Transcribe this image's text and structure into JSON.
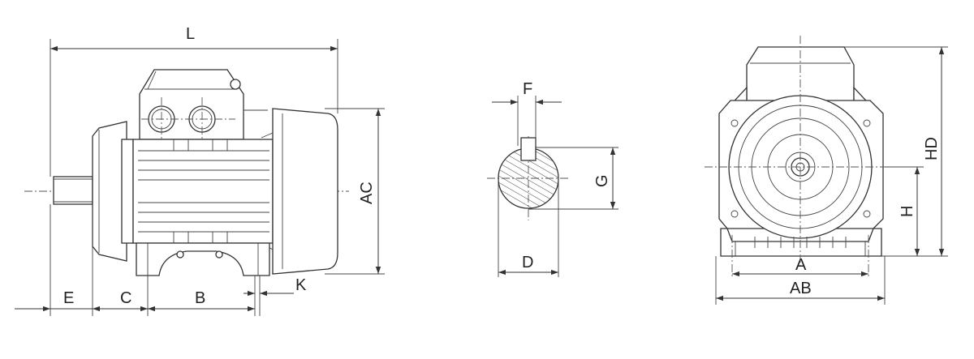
{
  "labels": {
    "L": "L",
    "AC": "AC",
    "E": "E",
    "C": "C",
    "B": "B",
    "K": "K",
    "F": "F",
    "G": "G",
    "D": "D",
    "HD": "HD",
    "H": "H",
    "A": "A",
    "AB": "AB"
  }
}
